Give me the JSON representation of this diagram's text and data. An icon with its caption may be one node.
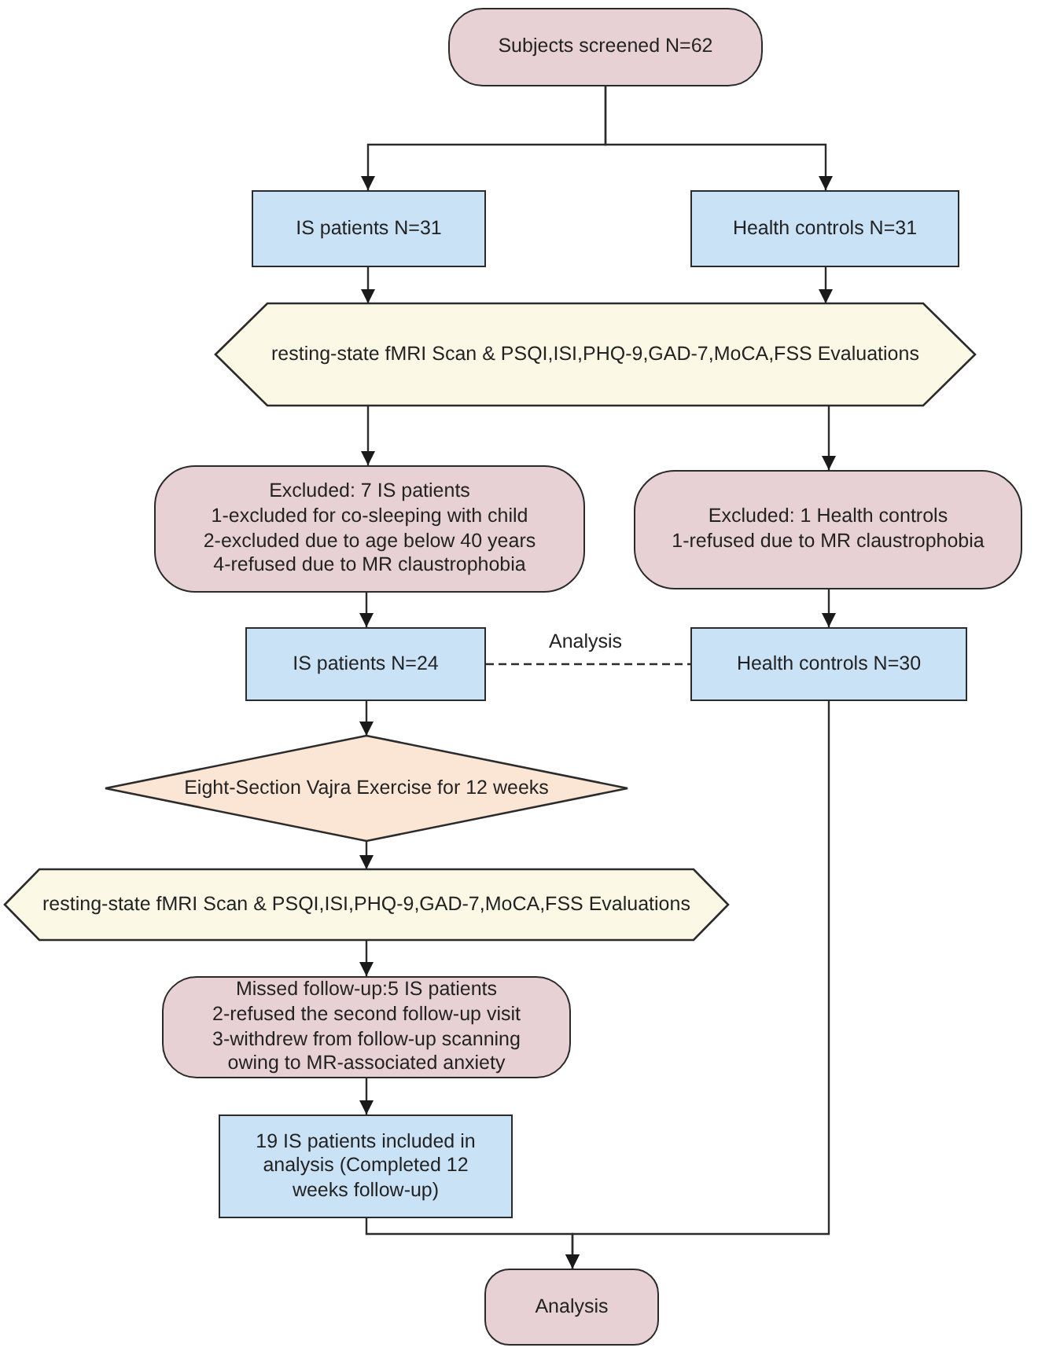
{
  "diagram": {
    "nodes": [
      {
        "text": [
          "Subjects screened N=62"
        ]
      },
      {
        "text": [
          "IS patients N=31"
        ]
      },
      {
        "text": [
          "Health controls N=31"
        ]
      },
      {
        "text": [
          "resting-state fMRI Scan & PSQI,ISI,PHQ-9,GAD-7,MoCA,FSS Evaluations"
        ]
      },
      {
        "text": [
          "Excluded: 7 IS patients",
          "1-excluded for co-sleeping with child",
          "2-excluded due to age below 40 years",
          "4-refused due to MR claustrophobia"
        ]
      },
      {
        "text": [
          "Excluded: 1 Health controls",
          "1-refused due to MR claustrophobia"
        ]
      },
      {
        "text": [
          "IS patients N=24"
        ]
      },
      {
        "text": [
          "Health controls N=30"
        ]
      },
      {
        "text": [
          "Eight-Section Vajra Exercise for 12 weeks"
        ]
      },
      {
        "text": [
          "resting-state fMRI Scan & PSQI,ISI,PHQ-9,GAD-7,MoCA,FSS Evaluations"
        ]
      },
      {
        "text": [
          "Missed follow-up:5 IS patients",
          "2-refused the second follow-up visit",
          "3-withdrew from follow-up scanning owing to MR-associated anxiety"
        ]
      },
      {
        "text": [
          "19 IS patients included in analysis (Completed 12 weeks follow-up)"
        ]
      },
      {
        "text": [
          "Analysis"
        ]
      }
    ],
    "edges": [
      {
        "from": 0,
        "to": 1,
        "arrow": "to"
      },
      {
        "from": 0,
        "to": 2,
        "arrow": "to"
      },
      {
        "from": 1,
        "to": 3,
        "arrow": "to"
      },
      {
        "from": 2,
        "to": 3,
        "arrow": "to"
      },
      {
        "from": 3,
        "to": 4,
        "arrow": "to"
      },
      {
        "from": 3,
        "to": 5,
        "arrow": "to"
      },
      {
        "from": 4,
        "to": 6,
        "arrow": "to"
      },
      {
        "from": 5,
        "to": 7,
        "arrow": "to"
      },
      {
        "from": 6,
        "to": 7,
        "arrow": "none",
        "style": "dashed",
        "label": "Analysis"
      },
      {
        "from": 6,
        "to": 8,
        "arrow": "to"
      },
      {
        "from": 8,
        "to": 9,
        "arrow": "to"
      },
      {
        "from": 9,
        "to": 10,
        "arrow": "to"
      },
      {
        "from": 10,
        "to": 11,
        "arrow": "to"
      },
      {
        "from": 11,
        "to": 12,
        "arrow": "to"
      },
      {
        "from": 7,
        "to": 12,
        "arrow": "to"
      }
    ]
  }
}
